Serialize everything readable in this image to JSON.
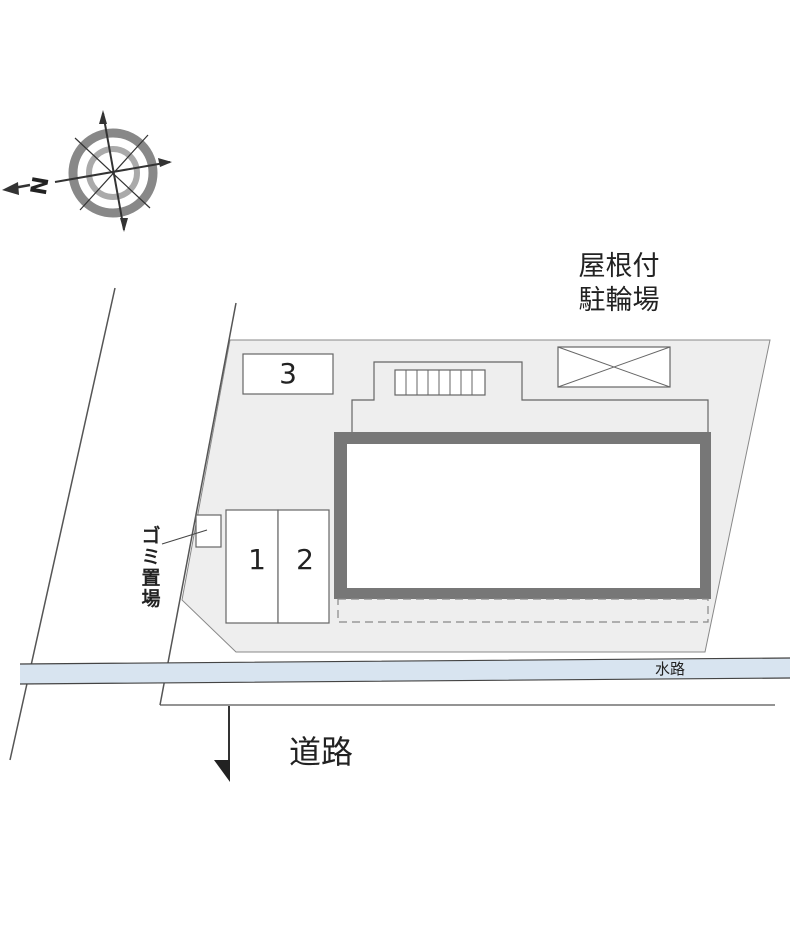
{
  "compass": {
    "north_letter": "N",
    "icon": "north-arrow-compass-icon"
  },
  "lot": {
    "fill_color": "#eeeeee"
  },
  "parking": {
    "spaces": [
      "1",
      "2",
      "3"
    ]
  },
  "building": {
    "outline_color": "#555555"
  },
  "bike_parking": {
    "label_line1": "屋根付",
    "label_line2": "駐輪場"
  },
  "garbage": {
    "label": "ゴミ置場"
  },
  "water_channel": {
    "label": "水路",
    "color": "#d8e4f0"
  },
  "road": {
    "label": "道路"
  }
}
